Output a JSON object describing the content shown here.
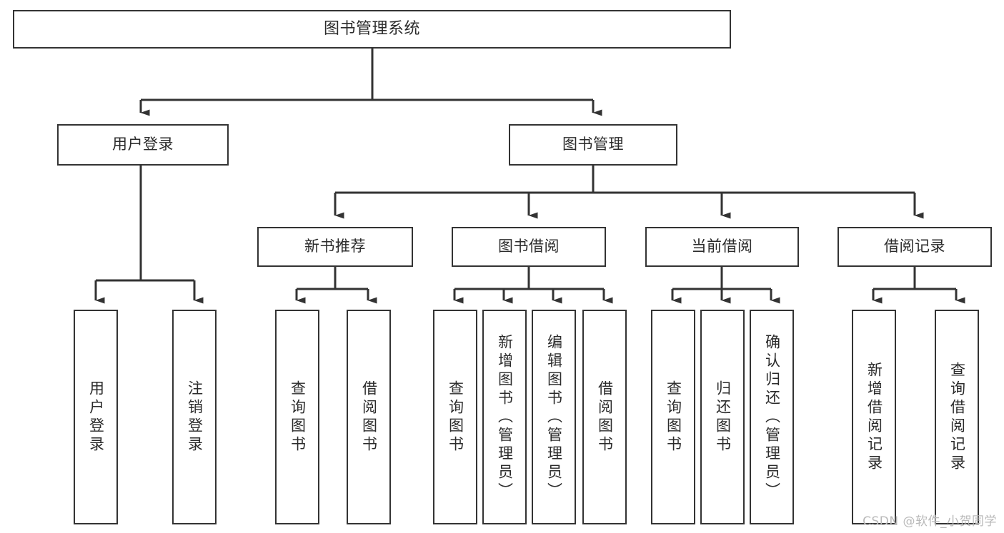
{
  "diagram": {
    "title": "图书管理系统",
    "type": "hierarchical-tree",
    "watermark": "CSDN @软件_小贺同学",
    "colors": {
      "box_border": "#333333",
      "box_fill": "#ffffff",
      "connector": "#333333",
      "text": "#2b2b2b",
      "watermark": "#b9b9b9",
      "background": "#ffffff"
    },
    "nodes": {
      "root": {
        "label": "图书管理系统"
      },
      "level2": [
        {
          "id": "user-login",
          "label": "用户登录"
        },
        {
          "id": "book-management",
          "label": "图书管理"
        }
      ],
      "level3": [
        {
          "id": "new-book-recommend",
          "label": "新书推荐"
        },
        {
          "id": "book-borrow",
          "label": "图书借阅"
        },
        {
          "id": "current-borrow",
          "label": "当前借阅"
        },
        {
          "id": "borrow-record",
          "label": "借阅记录"
        }
      ],
      "leaves": {
        "user_login": [
          {
            "id": "leaf-user-login",
            "label": "用户登录"
          },
          {
            "id": "leaf-logout-login",
            "label": "注销登录"
          }
        ],
        "new_book_recommend": [
          {
            "id": "leaf-query-book-1",
            "label": "查询图书"
          },
          {
            "id": "leaf-borrow-book-1",
            "label": "借阅图书"
          }
        ],
        "book_borrow": [
          {
            "id": "leaf-query-book-2",
            "label": "查询图书"
          },
          {
            "id": "leaf-add-book",
            "label": "新增图书（管理员）"
          },
          {
            "id": "leaf-edit-book",
            "label": "编辑图书（管理员）"
          },
          {
            "id": "leaf-borrow-book-2",
            "label": "借阅图书"
          }
        ],
        "current_borrow": [
          {
            "id": "leaf-query-book-3",
            "label": "查询图书"
          },
          {
            "id": "leaf-return-book",
            "label": "归还图书"
          },
          {
            "id": "leaf-confirm-return",
            "label": "确认归还（管理员）"
          }
        ],
        "borrow_record": [
          {
            "id": "leaf-add-record",
            "label": "新增借阅记录"
          },
          {
            "id": "leaf-query-record",
            "label": "查询借阅记录"
          }
        ]
      }
    }
  }
}
